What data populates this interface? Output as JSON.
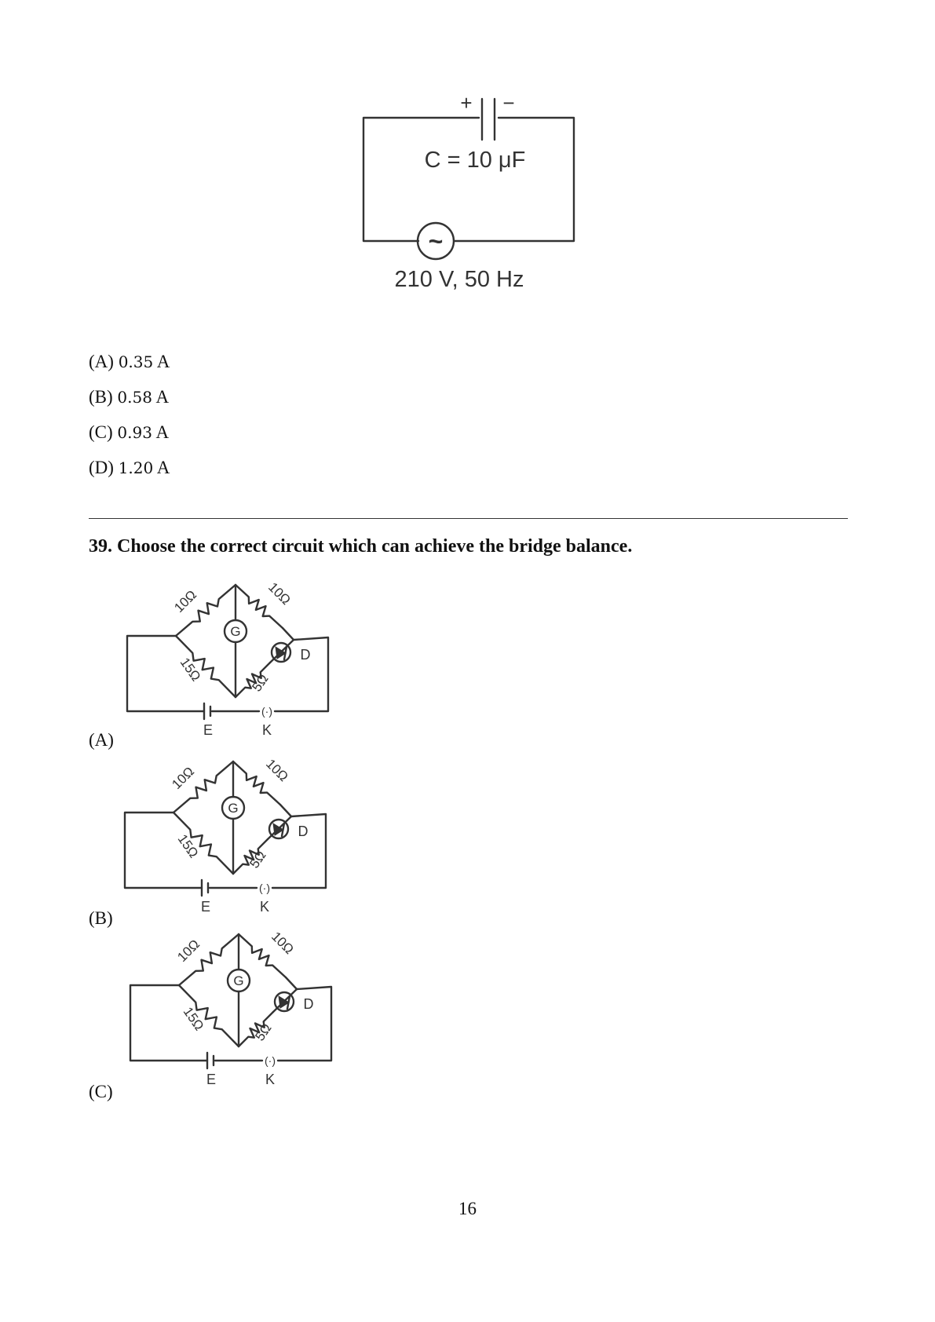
{
  "rc_circuit": {
    "capacitor_label": "C = 10 μF",
    "source_label": "210 V, 50 Hz",
    "plus": "+",
    "minus": "−",
    "tilde": "~"
  },
  "prev_options": [
    {
      "letter": "(A)",
      "value": "0.35",
      "unit": "A"
    },
    {
      "letter": "(B)",
      "value": "0.58",
      "unit": "A"
    },
    {
      "letter": "(C)",
      "value": "0.93",
      "unit": "A"
    },
    {
      "letter": "(D)",
      "value": "1.20",
      "unit": "A"
    }
  ],
  "question": {
    "number": "39.",
    "text": "Choose the correct circuit which can achieve the bridge balance."
  },
  "bridge": {
    "r_top_left": "10Ω",
    "r_top_right": "10Ω",
    "r_bottom_left": "15Ω",
    "r_bottom_right": "5Ω",
    "galvanometer": "G",
    "diode": "D",
    "battery": "E",
    "key": "K",
    "key_symbol": "(·)"
  },
  "circuit_options": [
    {
      "letter": "(A)"
    },
    {
      "letter": "(B)"
    },
    {
      "letter": "(C)"
    }
  ],
  "page_number": "16"
}
